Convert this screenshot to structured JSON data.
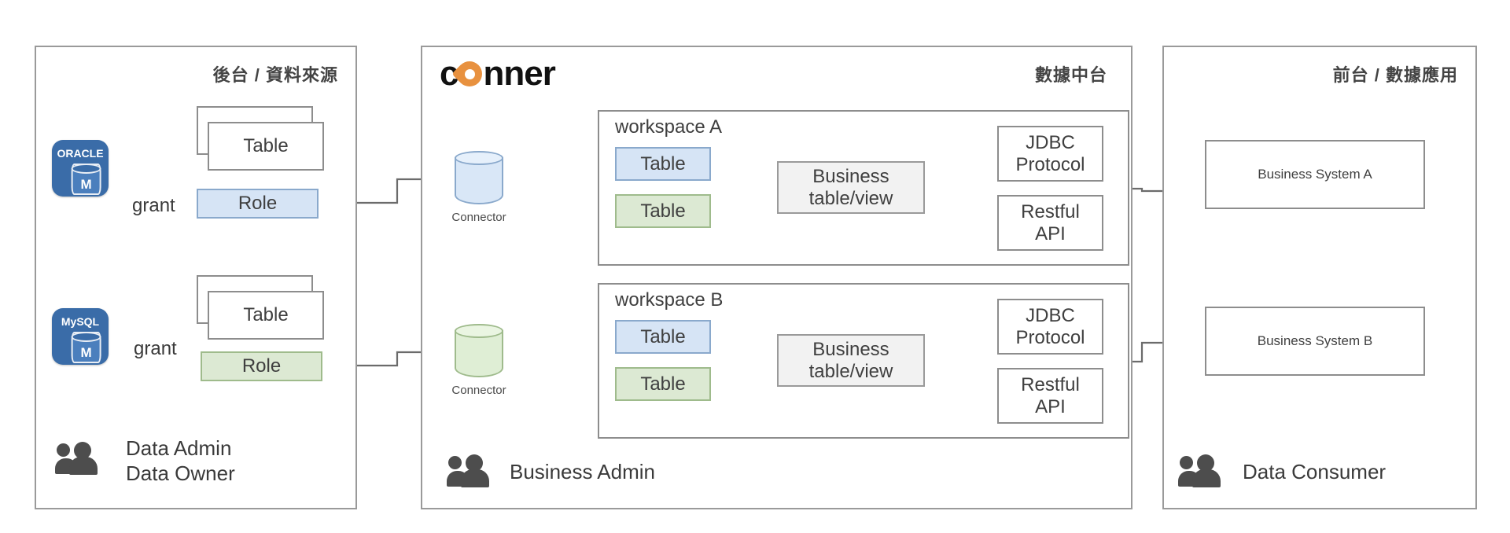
{
  "panels": {
    "source": {
      "title": "後台 / 資料來源"
    },
    "platform": {
      "title": "數據中台",
      "logo": "conner"
    },
    "app": {
      "title": "前台 / 數據應用"
    }
  },
  "source": {
    "databases": [
      {
        "name": "ORACLE",
        "badge": "M",
        "grant_label": "grant",
        "table_label": "Table",
        "role_label": "Role",
        "role_color": "#d6e4f5"
      },
      {
        "name": "MySQL",
        "badge": "M",
        "grant_label": "grant",
        "table_label": "Table",
        "role_label": "Role",
        "role_color": "#dce9d3"
      }
    ],
    "actor": "Data Admin\nData Owner"
  },
  "platform": {
    "connectors": [
      {
        "caption": "Connector",
        "color": "#d9e7f7"
      },
      {
        "caption": "Connector",
        "color": "#dfeed5"
      }
    ],
    "workspaces": [
      {
        "label": "workspace A",
        "tables": [
          {
            "label": "Table",
            "color": "#d6e4f5"
          },
          {
            "label": "Table",
            "color": "#dce9d3"
          }
        ],
        "business": "Business\ntable/view",
        "outputs": [
          "JDBC\nProtocol",
          "Restful\nAPI"
        ]
      },
      {
        "label": "workspace B",
        "tables": [
          {
            "label": "Table",
            "color": "#d6e4f5"
          },
          {
            "label": "Table",
            "color": "#dce9d3"
          }
        ],
        "business": "Business\ntable/view",
        "outputs": [
          "JDBC\nProtocol",
          "Restful\nAPI"
        ]
      }
    ],
    "actor": "Business Admin"
  },
  "app": {
    "systems": [
      "Business System A",
      "Business System B"
    ],
    "actor": "Data Consumer"
  },
  "colors": {
    "accent_orange": "#e8913f",
    "db_blue": "#3a6ca8",
    "blue_fill": "#d6e4f5",
    "green_fill": "#dce9d3",
    "grey_fill": "#f2f2f2",
    "line": "#6b6b6b",
    "panel_border": "#9a9a9a"
  }
}
